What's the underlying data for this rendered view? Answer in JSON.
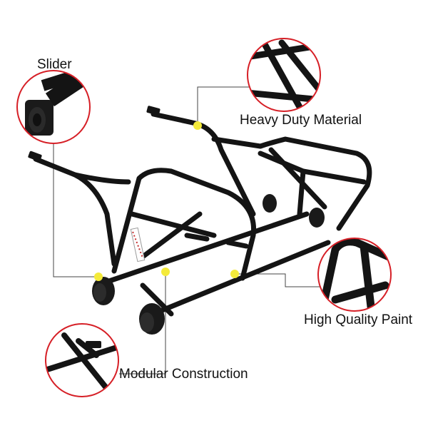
{
  "labels": {
    "slider": "Slider",
    "heavy_duty": "Heavy Duty Material",
    "high_quality_paint": "High Quality Paint",
    "modular_construction": "Modular Construction"
  },
  "colors": {
    "background": "#ffffff",
    "callout_circle": "#d61f26",
    "marker_dot": "#f4ea3a",
    "leader_line": "#444444",
    "metal": "#141414"
  },
  "product": {
    "icon": "motorcycle-wheel-chock-stand"
  }
}
